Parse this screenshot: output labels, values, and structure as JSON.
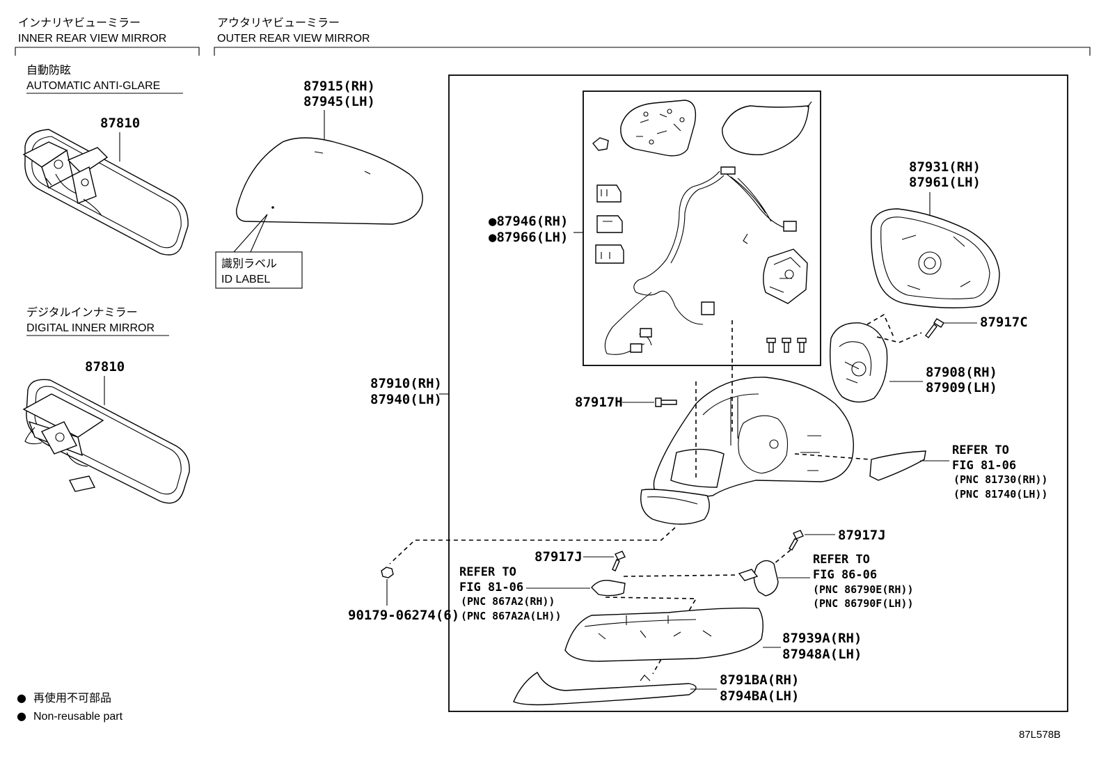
{
  "header": {
    "inner_jp": "インナリヤビューミラー",
    "inner_en": "INNER REAR VIEW MIRROR",
    "outer_jp": "アウタリヤビューミラー",
    "outer_en": "OUTER REAR VIEW MIRROR"
  },
  "inner_section": {
    "auto_jp": "自動防眩",
    "auto_en": "AUTOMATIC ANTI-GLARE",
    "auto_part": "87810",
    "digital_jp": "デジタルインナミラー",
    "digital_en": "DIGITAL INNER MIRROR",
    "digital_part": "87810"
  },
  "cover": {
    "rh": "87915(RH)",
    "lh": "87945(LH)",
    "label_jp": "識別ラベル",
    "label_en": "ID LABEL"
  },
  "assembly": {
    "main_rh": "87910(RH)",
    "main_lh": "87940(LH)",
    "wire_rh": "●87946(RH)",
    "wire_lh": "●87966(LH)",
    "glass_rh": "87931(RH)",
    "glass_lh": "87961(LH)",
    "screw_c": "87917C",
    "motor_rh": "87908(RH)",
    "motor_lh": "87909(LH)",
    "screw_h": "87917H",
    "refer1": {
      "line1": "REFER TO",
      "line2": "FIG 81-06",
      "line3": "(PNC 81730(RH))",
      "line4": "(PNC 81740(LH))"
    },
    "screw_j_right": "87917J",
    "screw_j_left": "87917J",
    "refer2": {
      "line1": "REFER TO",
      "line2": "FIG 86-06",
      "line3": "(PNC 86790E(RH))",
      "line4": "(PNC 86790F(LH))"
    },
    "refer3": {
      "line1": "REFER TO",
      "line2": "FIG 81-06",
      "line3": "(PNC 867A2(RH))",
      "line4": "(PNC 867A2A(LH))"
    },
    "nut": "90179-06274(6)",
    "lower_rh": "87939A(RH)",
    "lower_lh": "87948A(LH)",
    "garnish_rh": "8791BA(RH)",
    "garnish_lh": "8794BA(LH)"
  },
  "legend": {
    "bullet": "●",
    "jp": "再使用不可部品",
    "en": "Non-reusable part"
  },
  "figure_id": "87L578B"
}
